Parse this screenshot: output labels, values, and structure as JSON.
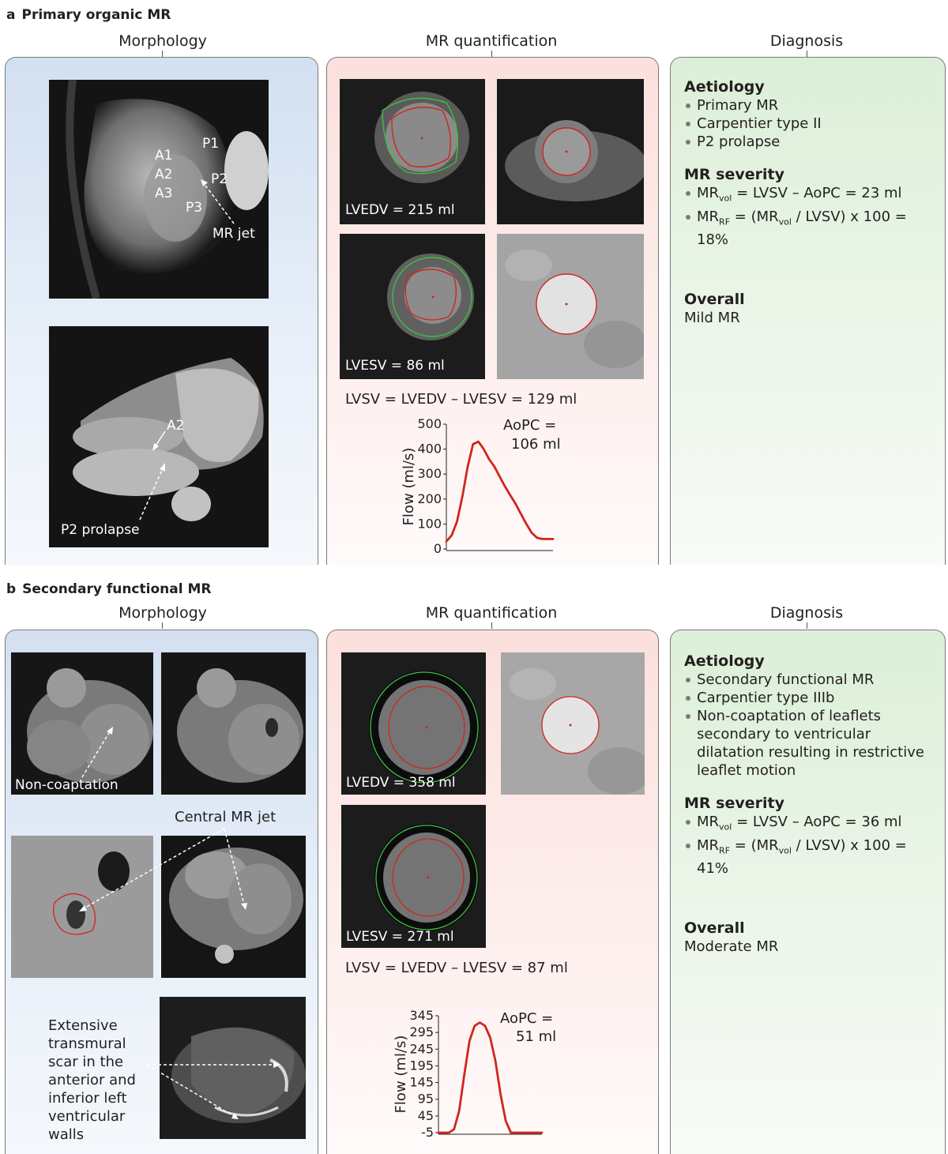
{
  "section_a": {
    "letter": "a",
    "title": "Primary organic MR",
    "col_morphology": "Morphology",
    "col_quant": "MR quantification",
    "col_diagnosis": "Diagnosis",
    "morph_labels": {
      "a1": "A1",
      "a2": "A2",
      "a3": "A3",
      "p1": "P1",
      "p2": "P2",
      "p3": "P3",
      "mr_jet": "MR jet",
      "a2_lower": "A2",
      "p2_prolapse": "P2 prolapse"
    },
    "quant": {
      "lvedv": "LVEDV = 215 ml",
      "lvesv": "LVESV = 86 ml",
      "lvsv": "LVSV = LVEDV – LVESV = 129 ml",
      "aopc_line1": "AoPC =",
      "aopc_line2": "106 ml"
    },
    "diagnosis": {
      "aetiology_title": "Aetiology",
      "aetiology_items": [
        "Primary MR",
        "Carpentier type II",
        "P2 prolapse"
      ],
      "severity_title": "MR severity",
      "severity_1": "= LVSV – AoPC = 23 ml",
      "severity_2": "= (MR",
      "severity_2b": "/ LVSV) x 100 = 18%",
      "overall_title": "Overall",
      "overall_value": "Mild MR"
    }
  },
  "section_b": {
    "letter": "b",
    "title": "Secondary functional MR",
    "col_morphology": "Morphology",
    "col_quant": "MR quantification",
    "col_diagnosis": "Diagnosis",
    "morph_labels": {
      "non_coaptation": "Non-coaptation",
      "central_jet": "Central MR jet",
      "scar": [
        "Extensive",
        "transmural",
        "scar in the",
        "anterior and",
        "inferior left",
        "ventricular",
        "walls"
      ]
    },
    "quant": {
      "lvedv": "LVEDV = 358 ml",
      "lvesv": "LVESV = 271 ml",
      "lvsv": "LVSV = LVEDV – LVESV = 87 ml",
      "aopc_line1": "AoPC =",
      "aopc_line2": "51 ml"
    },
    "diagnosis": {
      "aetiology_title": "Aetiology",
      "aetiology_items": [
        "Secondary functional MR",
        "Carpentier type IIIb",
        "Non-coaptation of leaflets secondary to ventricular dilatation resulting in restrictive leaflet motion"
      ],
      "severity_title": "MR severity",
      "severity_1": "= LVSV – AoPC = 36 ml",
      "severity_2": "= (MR",
      "severity_2b": "/ LVSV) x 100 = 41%",
      "overall_title": "Overall",
      "overall_value": "Moderate MR"
    }
  },
  "formula_parts": {
    "mr": "MR",
    "vol": "vol",
    "rf": "RF"
  },
  "chart_data": [
    {
      "type": "line",
      "ylabel": "Flow (ml/s)",
      "ylim": [
        0,
        500
      ],
      "yticks": [
        0,
        100,
        200,
        300,
        400,
        500
      ],
      "x": [
        0,
        0.05,
        0.1,
        0.15,
        0.2,
        0.25,
        0.3,
        0.35,
        0.4,
        0.45,
        0.5,
        0.55,
        0.6,
        0.65,
        0.7,
        0.75,
        0.8,
        0.85,
        0.9,
        0.95,
        1.0
      ],
      "values": [
        30,
        55,
        110,
        210,
        330,
        420,
        430,
        400,
        360,
        330,
        290,
        250,
        215,
        180,
        140,
        100,
        65,
        45,
        40,
        40,
        40
      ],
      "annotation": [
        "AoPC =",
        "106 ml"
      ],
      "color": "#d0261c"
    },
    {
      "type": "line",
      "ylabel": "Flow (ml/s)",
      "ylim": [
        -5,
        345
      ],
      "yticks": [
        -5,
        45,
        95,
        145,
        195,
        245,
        295,
        345
      ],
      "x": [
        0,
        0.05,
        0.1,
        0.15,
        0.2,
        0.25,
        0.3,
        0.35,
        0.4,
        0.45,
        0.5,
        0.55,
        0.6,
        0.65,
        0.7,
        0.75,
        0.8,
        0.85,
        0.9,
        0.95,
        1.0
      ],
      "values": [
        -5,
        -5,
        -5,
        5,
        60,
        170,
        270,
        315,
        325,
        315,
        280,
        210,
        110,
        30,
        -5,
        -5,
        -5,
        -5,
        -5,
        -5,
        -5
      ],
      "annotation": [
        "AoPC =",
        "51 ml"
      ],
      "color": "#d0261c"
    }
  ],
  "colors": {
    "panel_blue": "#d3e0f1",
    "panel_pink": "#fbe0dd",
    "panel_green": "#dcefd8",
    "contour_green": "#3fbf3f",
    "contour_red": "#d0261c"
  }
}
